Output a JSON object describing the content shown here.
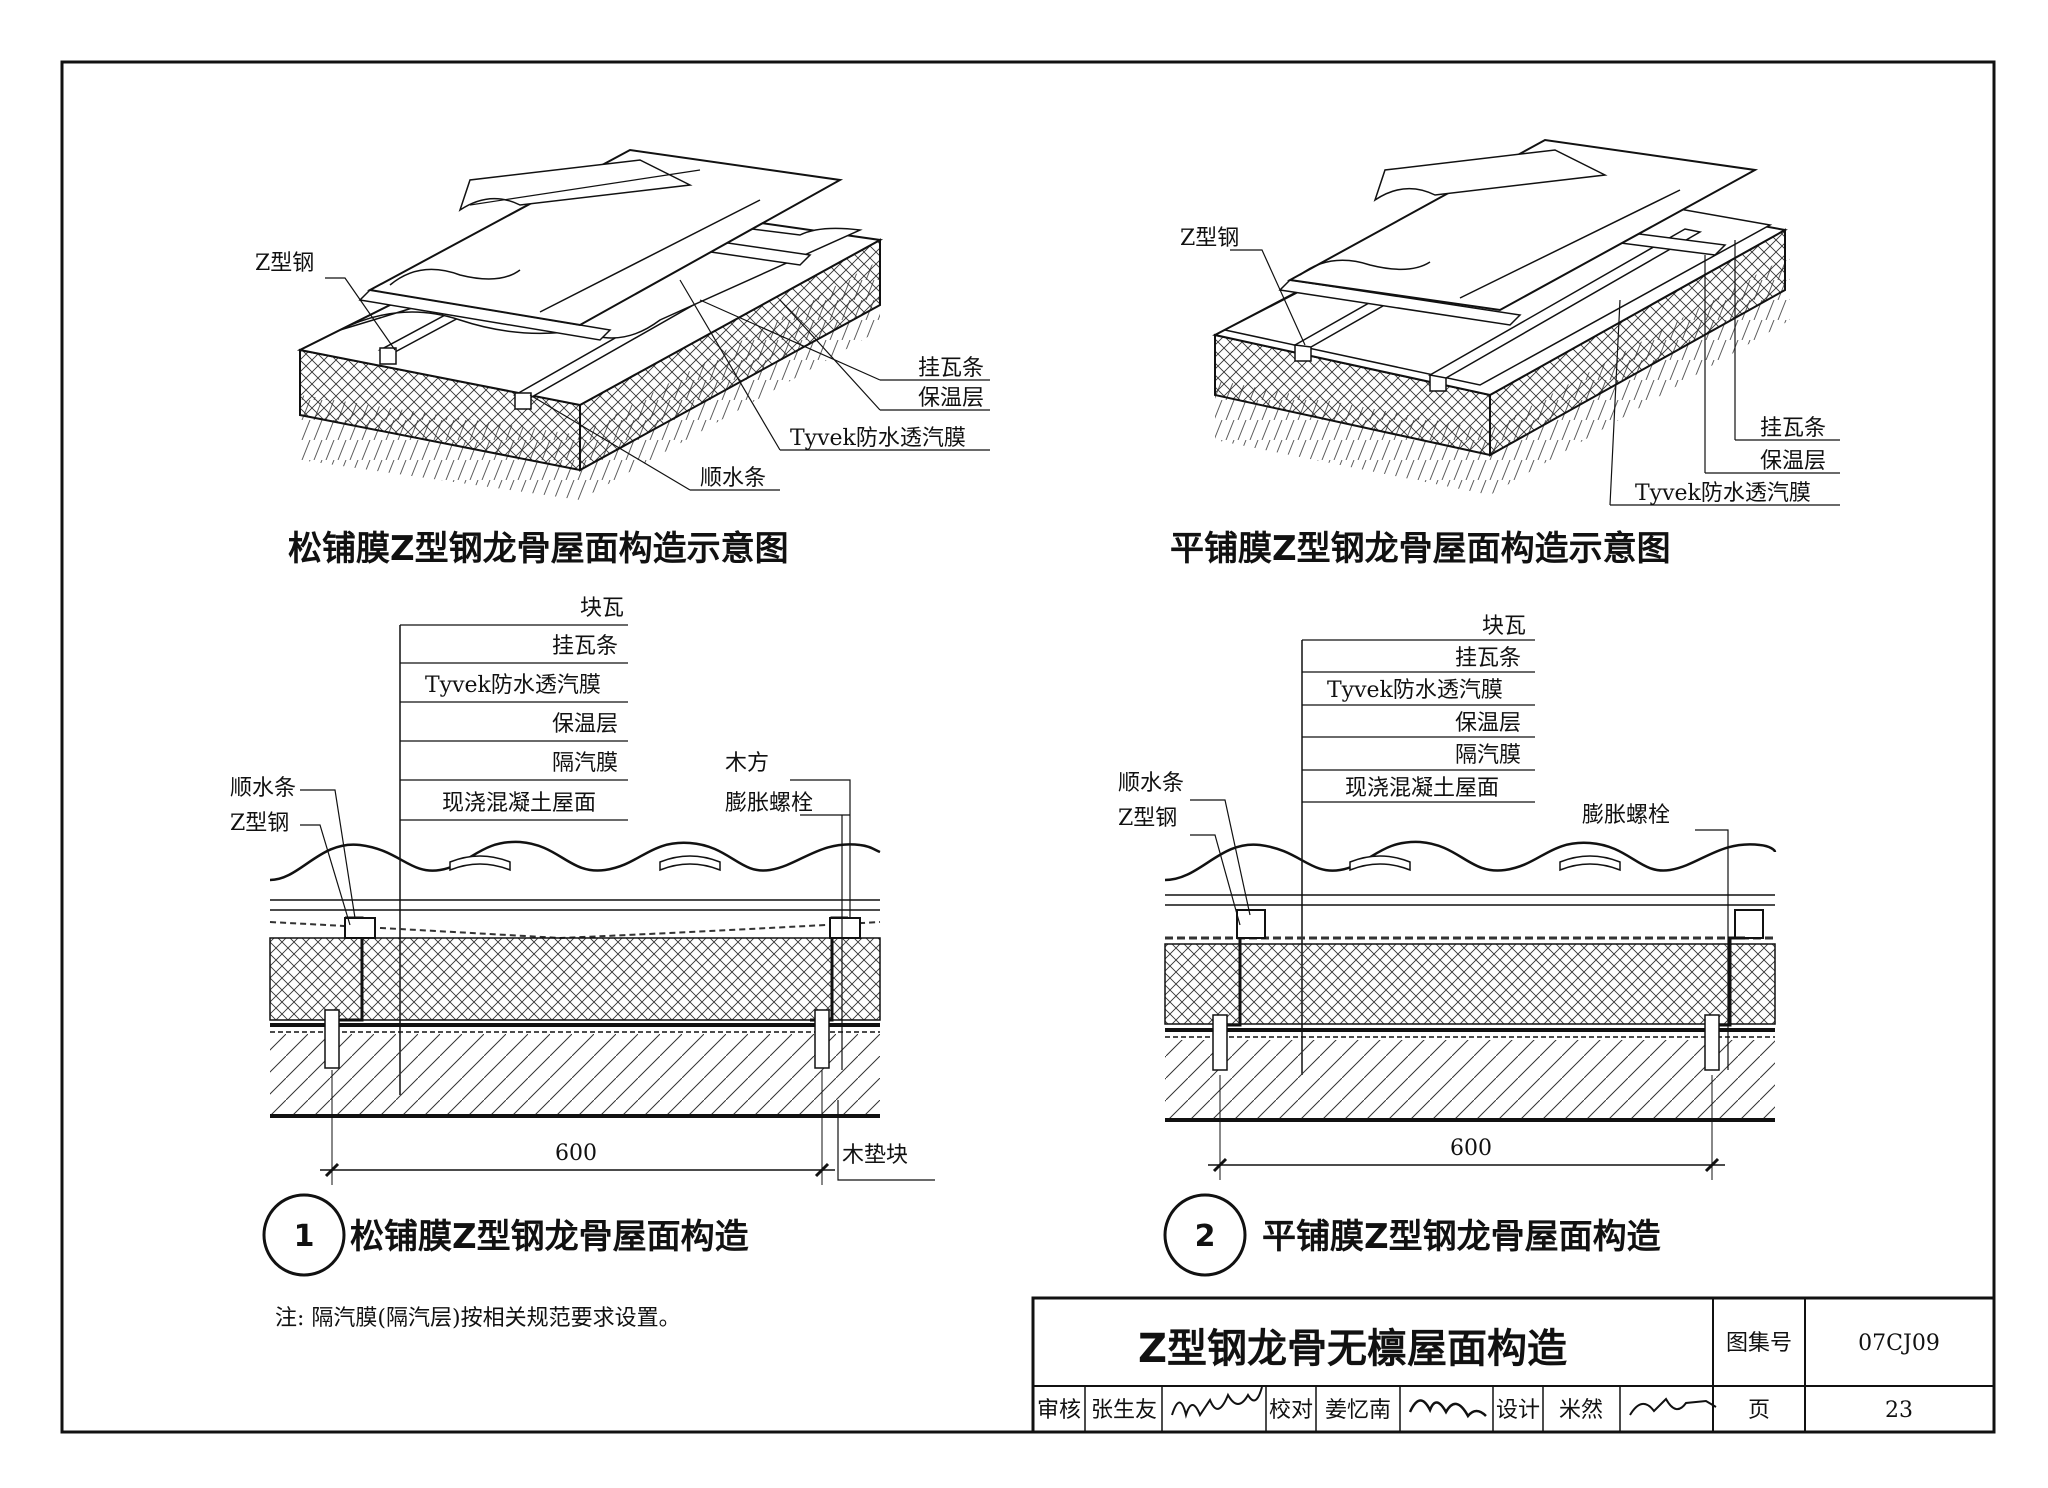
{
  "top_left": {
    "title": "松铺膜Z型钢龙骨屋面构造示意图",
    "labels": {
      "zsteel": "Z型钢",
      "batten": "挂瓦条",
      "insulation": "保温层",
      "tyvek": "Tyvek防水透汽膜",
      "counter_batten": "顺水条"
    }
  },
  "top_right": {
    "title": "平铺膜Z型钢龙骨屋面构造示意图",
    "labels": {
      "zsteel": "Z型钢",
      "batten": "挂瓦条",
      "insulation": "保温层",
      "tyvek": "Tyvek防水透汽膜"
    }
  },
  "detail1": {
    "number": "1",
    "title": "松铺膜Z型钢龙骨屋面构造",
    "layers": [
      "块瓦",
      "挂瓦条",
      "Tyvek防水透汽膜",
      "保温层",
      "隔汽膜",
      "现浇混凝土屋面"
    ],
    "left_labels": [
      "顺水条",
      "Z型钢"
    ],
    "right_labels": [
      "木方",
      "膨胀螺栓"
    ],
    "dimension": "600",
    "pad_label": "木垫块"
  },
  "detail2": {
    "number": "2",
    "title": "平铺膜Z型钢龙骨屋面构造",
    "layers": [
      "块瓦",
      "挂瓦条",
      "Tyvek防水透汽膜",
      "保温层",
      "隔汽膜",
      "现浇混凝土屋面"
    ],
    "left_labels": [
      "顺水条",
      "Z型钢"
    ],
    "right_label": "膨胀螺栓",
    "dimension": "600"
  },
  "note": "注: 隔汽膜(隔汽层)按相关规范要求设置。",
  "title_block": {
    "title": "Z型钢龙骨无檩屋面构造",
    "atlas_label": "图集号",
    "atlas_number": "07CJ09",
    "page_label": "页",
    "page_number": "23",
    "review_label": "审核",
    "reviewer": "张生友",
    "check_label": "校对",
    "checker": "姜忆南",
    "design_label": "设计",
    "designer": "米然"
  }
}
